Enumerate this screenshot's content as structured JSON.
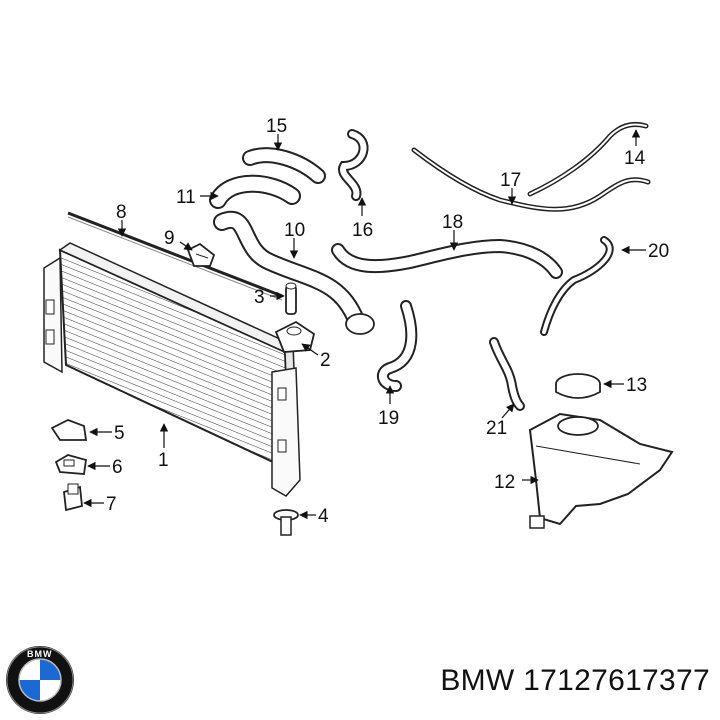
{
  "diagram": {
    "callouts": [
      "1",
      "2",
      "3",
      "4",
      "5",
      "6",
      "7",
      "8",
      "9",
      "10",
      "11",
      "12",
      "13",
      "14",
      "15",
      "16",
      "17",
      "18",
      "19",
      "20",
      "21"
    ],
    "part_number_caption": "BMW 17127617377",
    "brand_logo_letters": "BMW",
    "colors": {
      "line": "#222222",
      "background": "#ffffff",
      "logo_blue": "#1c69d4",
      "logo_black": "#111111"
    },
    "icon": "bmw-roundel-icon"
  }
}
